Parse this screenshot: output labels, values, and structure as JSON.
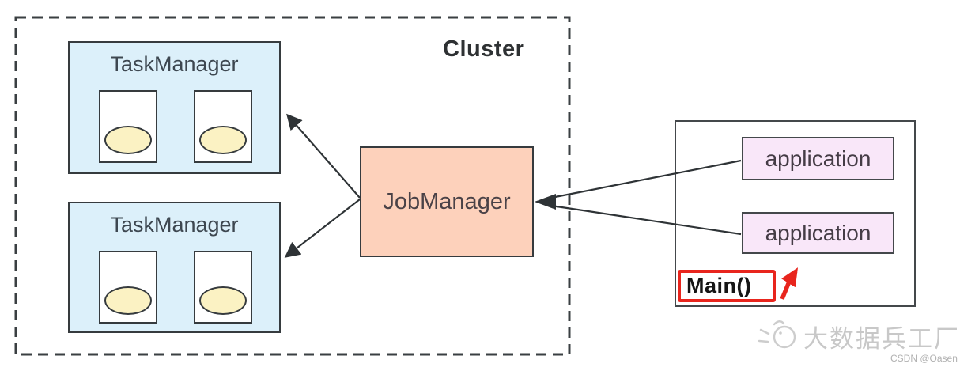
{
  "cluster": {
    "label": "Cluster",
    "task_managers": [
      {
        "label": "TaskManager",
        "slots": 2
      },
      {
        "label": "TaskManager",
        "slots": 2
      }
    ],
    "job_manager_label": "JobManager"
  },
  "client": {
    "main_label": "Main()",
    "applications": [
      "application",
      "application"
    ]
  },
  "watermark": {
    "brand": "大数据兵工厂",
    "credit": "CSDN @Oasen"
  },
  "colors": {
    "task_manager_fill": "#dcf0fa",
    "job_manager_fill": "#fdd1bb",
    "application_fill": "#f9e7f9",
    "slot_fill": "#ffffff",
    "slot_ellipse_fill": "#fbf2c3",
    "outline_dark": "#363b3e",
    "highlight_red": "#e8251d",
    "watermark_gray": "#c8c8c8"
  }
}
